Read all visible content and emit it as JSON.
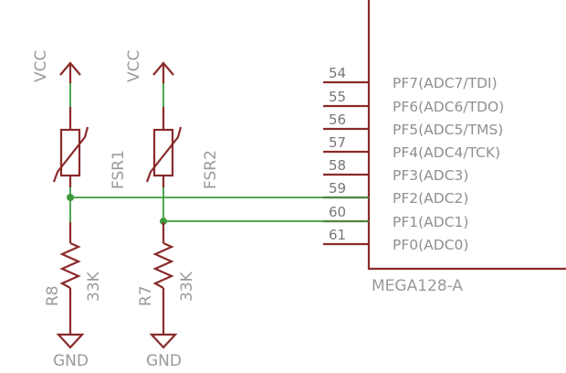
{
  "chip": {
    "name": "MEGA128-A",
    "pins": [
      {
        "number": "54",
        "name": "PF7(ADC7/TDI)"
      },
      {
        "number": "55",
        "name": "PF6(ADC6/TDO)"
      },
      {
        "number": "56",
        "name": "PF5(ADC5/TMS)"
      },
      {
        "number": "57",
        "name": "PF4(ADC4/TCK)"
      },
      {
        "number": "58",
        "name": "PF3(ADC3)"
      },
      {
        "number": "59",
        "name": "PF2(ADC2)"
      },
      {
        "number": "60",
        "name": "PF1(ADC1)"
      },
      {
        "number": "61",
        "name": "PF0(ADC0)"
      }
    ]
  },
  "left_branch": {
    "supply": "VCC",
    "sensor": "FSR1",
    "resistor": "R8",
    "resistor_value": "33K",
    "ground": "GND"
  },
  "right_branch": {
    "supply": "VCC",
    "sensor": "FSR2",
    "resistor": "R7",
    "resistor_value": "33K",
    "ground": "GND"
  },
  "colors": {
    "part": "#8b2a2a",
    "wire": "#3d9a3d",
    "label": "#9a9a9a"
  }
}
